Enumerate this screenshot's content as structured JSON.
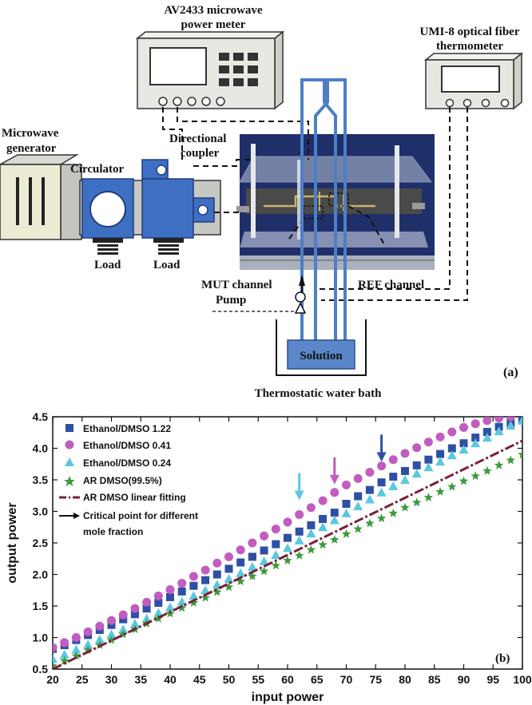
{
  "diagram": {
    "meter_label": [
      "AV2433 microwave",
      "power meter"
    ],
    "thermometer_label": [
      "UMI-8 optical fiber",
      "thermometer"
    ],
    "generator_label": [
      "Microwave",
      "generator"
    ],
    "circulator_label": "Circulator",
    "coupler_label": [
      "Directional",
      "coupler"
    ],
    "load_label_1": "Load",
    "load_label_2": "Load",
    "mut_label": "MUT channel",
    "pump_label": "Pump",
    "ref_label": "REF channel",
    "solution_label": "Solution",
    "bath_label": "Thermostatic water bath",
    "panel_a": "(a)",
    "colors": {
      "device_blue": "#3f6fc2",
      "device_grey": "#d9d9d6",
      "meter_grey": "#e7e8e2",
      "tube": "#4d7fc6",
      "solution": "#5b86c9"
    }
  },
  "chart_data": {
    "type": "scatter",
    "panel": "(b)",
    "xlabel": "input power",
    "ylabel": "output power",
    "xlim": [
      20,
      100
    ],
    "ylim": [
      0.5,
      4.5
    ],
    "xticks": [
      20,
      25,
      30,
      35,
      40,
      45,
      50,
      55,
      60,
      65,
      70,
      75,
      80,
      85,
      90,
      95,
      100
    ],
    "yticks": [
      0.5,
      1.0,
      1.5,
      2.0,
      2.5,
      3.0,
      3.5,
      4.0,
      4.5
    ],
    "legend_position": "top-left",
    "series": [
      {
        "name": "Ethanol/DMSO 1.22",
        "marker": "square",
        "color": "#2e4fa3",
        "x": [
          20,
          22,
          24,
          26,
          28,
          30,
          32,
          34,
          36,
          38,
          40,
          42,
          44,
          46,
          48,
          50,
          52,
          54,
          56,
          58,
          60,
          62,
          64,
          66,
          68,
          70,
          72,
          74,
          76,
          78,
          80,
          82,
          84,
          86,
          88,
          90,
          92,
          94,
          96,
          98,
          100
        ],
        "y": [
          0.82,
          0.88,
          0.96,
          1.04,
          1.12,
          1.2,
          1.29,
          1.37,
          1.46,
          1.55,
          1.64,
          1.73,
          1.82,
          1.91,
          2.0,
          2.09,
          2.19,
          2.28,
          2.38,
          2.48,
          2.58,
          2.68,
          2.78,
          2.88,
          2.98,
          3.12,
          3.24,
          3.34,
          3.46,
          3.55,
          3.64,
          3.73,
          3.82,
          3.91,
          4.0,
          4.08,
          4.17,
          4.26,
          4.34,
          4.4,
          4.45
        ]
      },
      {
        "name": "Ethanol/DMSO 0.41",
        "marker": "circle",
        "color": "#c25cc0",
        "x": [
          20,
          22,
          24,
          26,
          28,
          30,
          32,
          34,
          36,
          38,
          40,
          42,
          44,
          46,
          48,
          50,
          52,
          54,
          56,
          58,
          60,
          62,
          64,
          66,
          68,
          70,
          72,
          74,
          76,
          78,
          80,
          82,
          84,
          86,
          88,
          90,
          92,
          94,
          96,
          98
        ],
        "y": [
          0.84,
          0.92,
          1.0,
          1.09,
          1.18,
          1.27,
          1.36,
          1.46,
          1.56,
          1.66,
          1.76,
          1.86,
          1.97,
          2.07,
          2.18,
          2.28,
          2.39,
          2.5,
          2.61,
          2.72,
          2.83,
          2.95,
          3.06,
          3.17,
          3.3,
          3.42,
          3.52,
          3.62,
          3.72,
          3.82,
          3.92,
          4.01,
          4.1,
          4.18,
          4.26,
          4.33,
          4.39,
          4.44,
          4.48,
          4.5
        ]
      },
      {
        "name": "Ethanol/DMSO 0.24",
        "marker": "triangle",
        "color": "#5bc8e0",
        "x": [
          20,
          22,
          24,
          26,
          28,
          30,
          32,
          34,
          36,
          38,
          40,
          42,
          44,
          46,
          48,
          50,
          52,
          54,
          56,
          58,
          60,
          62,
          64,
          66,
          68,
          70,
          72,
          74,
          76,
          78,
          80,
          82,
          84,
          86,
          88,
          90,
          92,
          94,
          96,
          98,
          100
        ],
        "y": [
          0.66,
          0.73,
          0.81,
          0.89,
          0.97,
          1.05,
          1.13,
          1.22,
          1.3,
          1.39,
          1.48,
          1.57,
          1.66,
          1.75,
          1.84,
          1.93,
          2.02,
          2.12,
          2.21,
          2.31,
          2.42,
          2.54,
          2.65,
          2.75,
          2.86,
          2.97,
          3.08,
          3.19,
          3.3,
          3.4,
          3.5,
          3.6,
          3.7,
          3.79,
          3.89,
          3.98,
          4.08,
          4.17,
          4.27,
          4.36,
          4.44
        ]
      },
      {
        "name": "AR DMSO(99.5%)",
        "marker": "star",
        "color": "#3d9a3d",
        "x": [
          20,
          22,
          24,
          26,
          28,
          30,
          32,
          34,
          36,
          38,
          40,
          42,
          44,
          46,
          48,
          50,
          52,
          54,
          56,
          58,
          60,
          62,
          64,
          66,
          68,
          70,
          72,
          74,
          76,
          78,
          80,
          82,
          84,
          86,
          88,
          90,
          92,
          94,
          96,
          98,
          100
        ],
        "y": [
          0.55,
          0.63,
          0.71,
          0.8,
          0.88,
          0.96,
          1.05,
          1.13,
          1.22,
          1.3,
          1.38,
          1.47,
          1.55,
          1.63,
          1.72,
          1.8,
          1.89,
          1.97,
          2.05,
          2.14,
          2.22,
          2.3,
          2.39,
          2.47,
          2.55,
          2.64,
          2.72,
          2.81,
          2.89,
          2.97,
          3.06,
          3.14,
          3.22,
          3.31,
          3.39,
          3.48,
          3.56,
          3.64,
          3.73,
          3.81,
          3.9
        ]
      },
      {
        "name": "AR DMSO linear fitting",
        "marker": "line",
        "color": "#7a1f3a",
        "x": [
          20,
          100
        ],
        "y": [
          0.5,
          4.12
        ]
      }
    ],
    "critical_point_legend": [
      "Critical point for different",
      "mole fraction"
    ],
    "critical_points": [
      {
        "x": 62,
        "y": 3.05,
        "color": "#5bc8e0"
      },
      {
        "x": 68,
        "y": 3.3,
        "color": "#c25cc0"
      },
      {
        "x": 76,
        "y": 3.66,
        "color": "#2e4fa3"
      }
    ]
  }
}
